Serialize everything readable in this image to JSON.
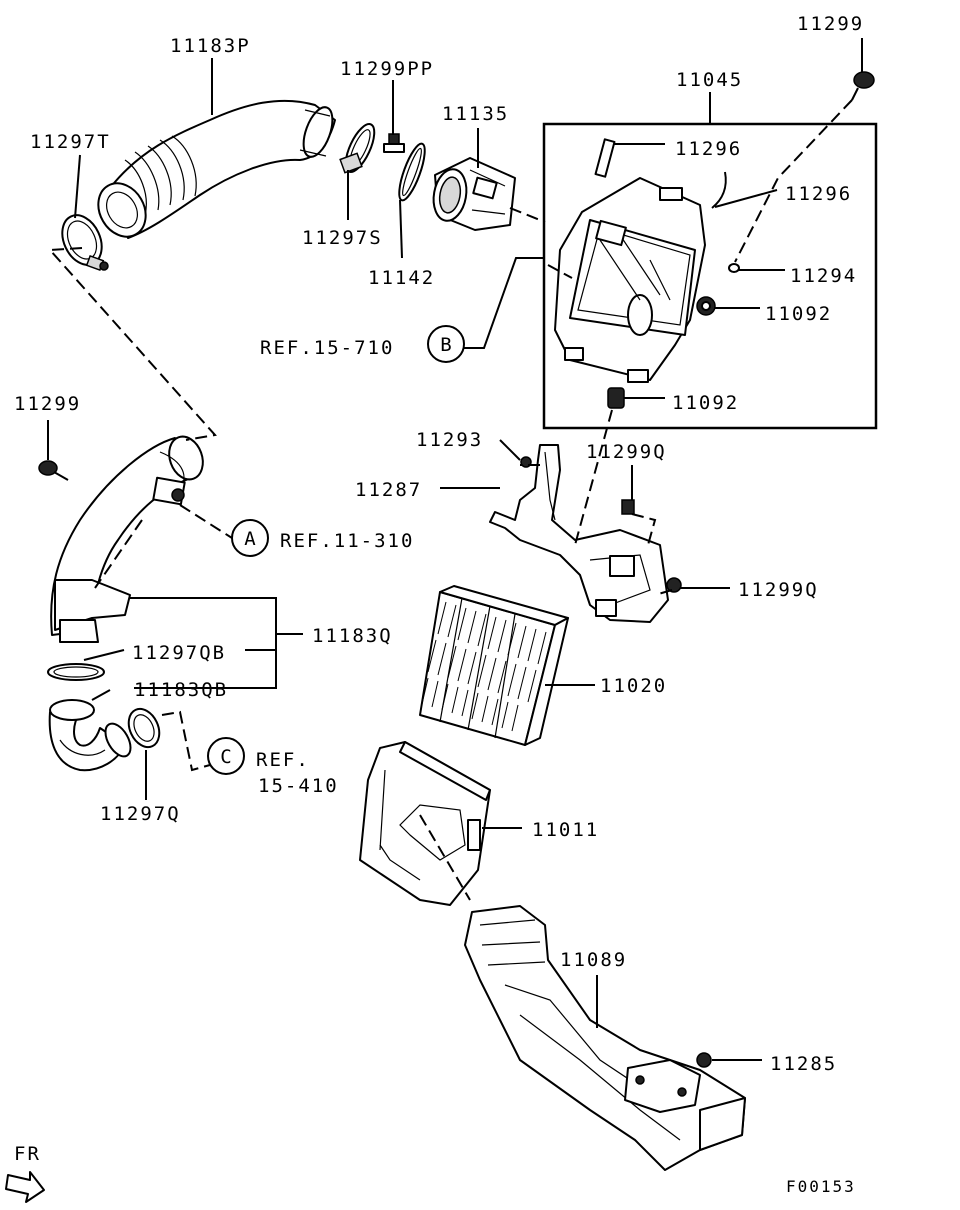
{
  "parts": {
    "p11183P": "11183P",
    "p11299PP": "11299PP",
    "p11135": "11135",
    "p11045": "11045",
    "p11299_top": "11299",
    "p11297T": "11297T",
    "p11297S": "11297S",
    "p11142": "11142",
    "p11296_a": "11296",
    "p11296_b": "11296",
    "p11294": "11294",
    "p11092_a": "11092",
    "p11092_b": "11092",
    "p11299_left": "11299",
    "p11293": "11293",
    "p11299Q_a": "11299Q",
    "p11287": "11287",
    "p11299Q_b": "11299Q",
    "p11183Q": "11183Q",
    "p11297QB": "11297QB",
    "p11183QB": "11183QB",
    "p11020": "11020",
    "p11297Q": "11297Q",
    "p11011": "11011",
    "p11089": "11089",
    "p11285": "11285"
  },
  "refs": {
    "ref_b_text": "REF.15-710",
    "ref_b_letter": "B",
    "ref_a_text": "REF.11-310",
    "ref_a_letter": "A",
    "ref_c_text_1": "REF.",
    "ref_c_text_2": "15-410",
    "ref_c_letter": "C"
  },
  "footer": {
    "direction_label": "FR",
    "figure_code": "F00153"
  }
}
